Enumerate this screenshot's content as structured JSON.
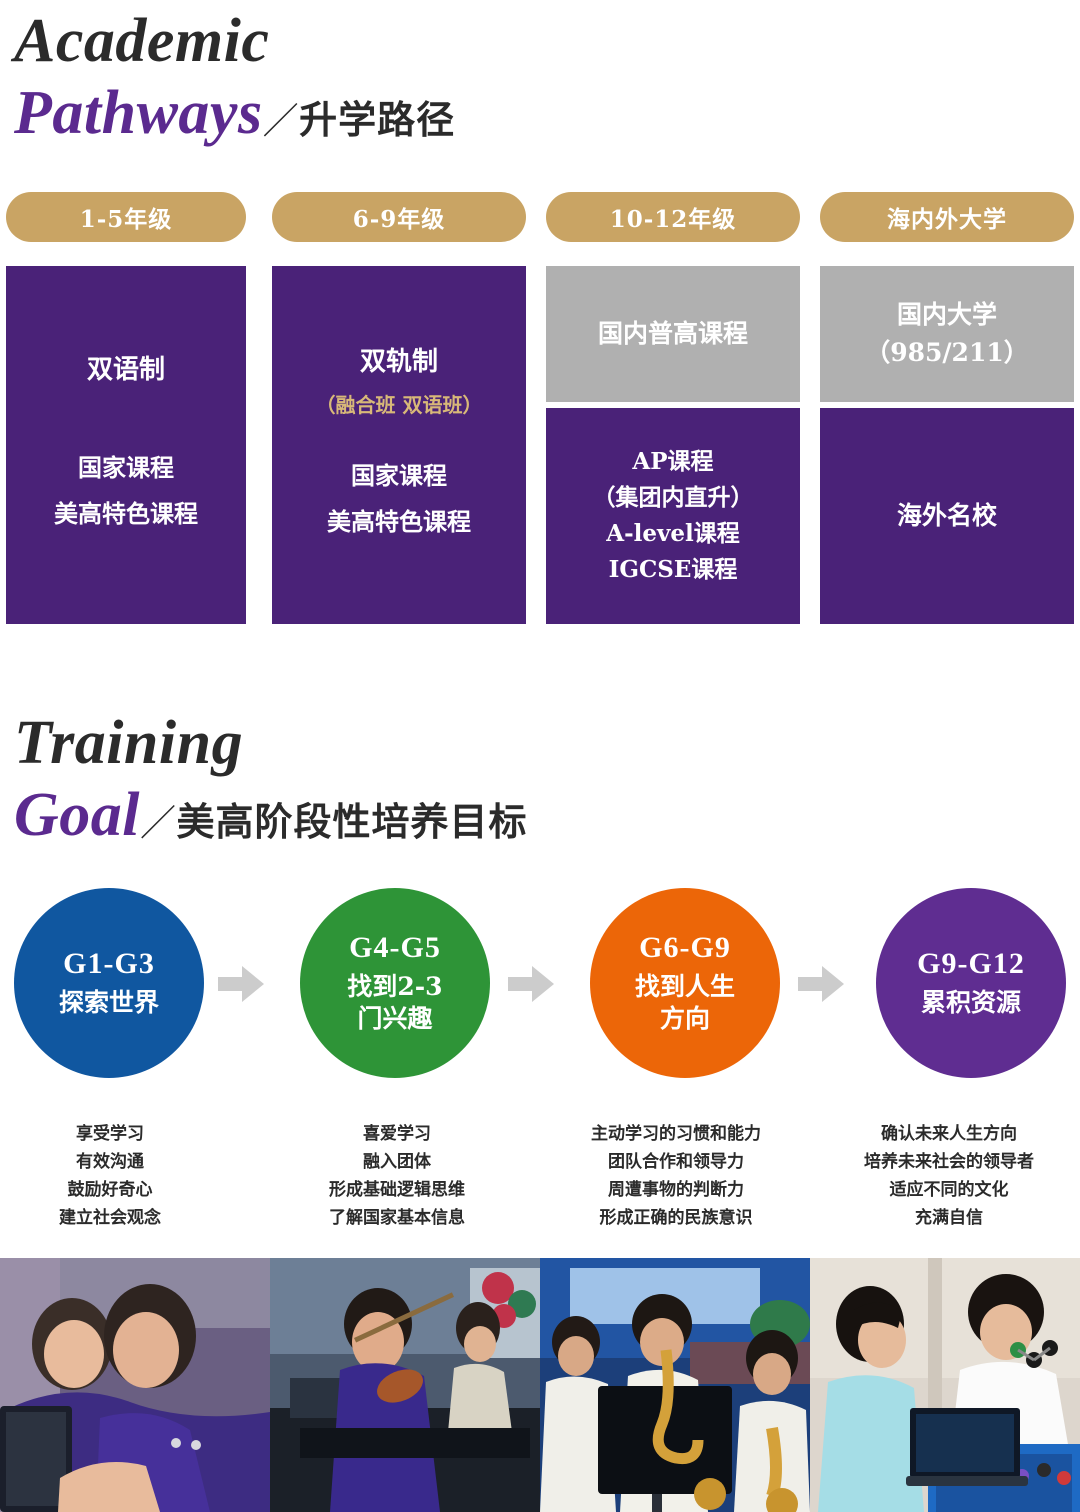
{
  "section1": {
    "title_en_line1": "Academic",
    "title_en_line2": "Pathways",
    "title_slash": "／",
    "title_cn": "升学路径",
    "columns": [
      {
        "pill": "1-5年级",
        "head": "双语制",
        "sub": "",
        "body_lines": [
          "国家课程",
          "美高特色课程"
        ],
        "gray_box": null
      },
      {
        "pill": "6-9年级",
        "head": "双轨制",
        "sub": "（融合班 双语班）",
        "body_lines": [
          "国家课程",
          "美高特色课程"
        ],
        "gray_box": null
      },
      {
        "pill": "10-12年级",
        "head": "",
        "sub": "",
        "body_lines": [
          "AP课程",
          "（集团内直升）",
          "A-level课程",
          "IGCSE课程"
        ],
        "gray_box": [
          "国内普高课程"
        ]
      },
      {
        "pill": "海内外大学",
        "head": "",
        "sub": "",
        "body_lines": [
          "海外名校"
        ],
        "gray_box": [
          "国内大学",
          "（985/211）"
        ]
      }
    ]
  },
  "section2": {
    "title_en_line1": "Training",
    "title_en_line2": "Goal",
    "title_slash": "／",
    "title_cn": "美高阶段性培养目标",
    "stages": [
      {
        "grade": "G1-G3",
        "goal_lines": [
          "探索世界"
        ],
        "color": "#1057a0",
        "captions": [
          "享受学习",
          "有效沟通",
          "鼓励好奇心",
          "建立社会观念"
        ]
      },
      {
        "grade": "G4-G5",
        "goal_lines": [
          "找到2-3",
          "门兴趣"
        ],
        "color": "#2e9437",
        "captions": [
          "喜爱学习",
          "融入团体",
          "形成基础逻辑思维",
          "了解国家基本信息"
        ]
      },
      {
        "grade": "G6-G9",
        "goal_lines": [
          "找到人生",
          "方向"
        ],
        "color": "#ec6608",
        "captions": [
          "主动学习的习惯和能力",
          "团队合作和领导力",
          "周遭事物的判断力",
          "形成正确的民族意识"
        ]
      },
      {
        "grade": "G9-G12",
        "goal_lines": [
          "累积资源"
        ],
        "color": "#5f2d91",
        "captions": [
          "确认未来人生方向",
          "培养未来社会的领导者",
          "适应不同的文化",
          "充满自信"
        ]
      }
    ],
    "arrow_color": "#cccccc"
  },
  "photos": [
    {
      "name": "two-girls-with-tablet"
    },
    {
      "name": "boy-playing-violin"
    },
    {
      "name": "student-band-saxophone"
    },
    {
      "name": "students-molecular-models-laptop"
    }
  ],
  "colors": {
    "gold": "#c9a464",
    "purple": "#4a2278",
    "gray": "#b0b0b0",
    "charcoal": "#2b2b2b",
    "title_purple": "#5b2a8f"
  }
}
